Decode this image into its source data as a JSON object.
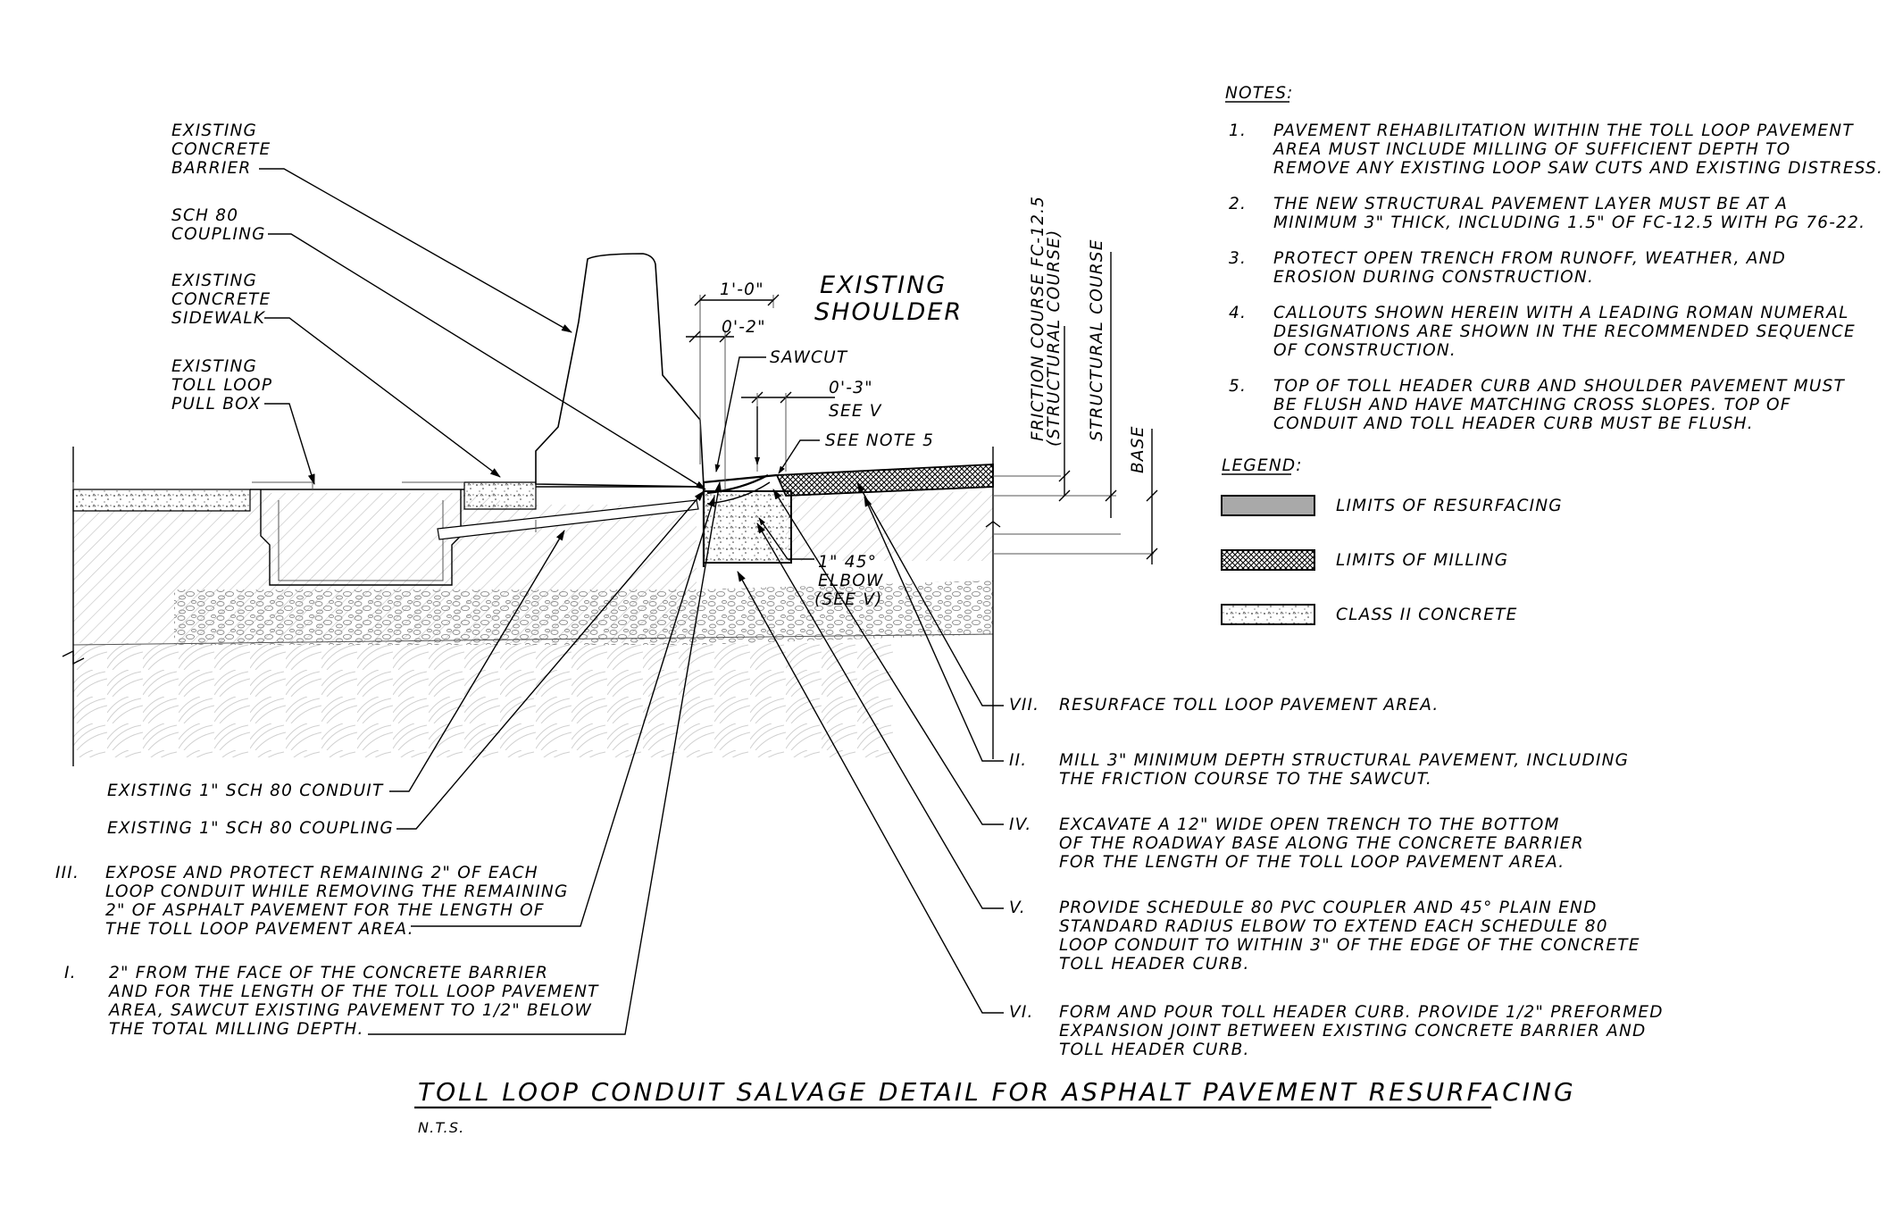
{
  "drawing_title": "TOLL LOOP CONDUIT SALVAGE DETAIL FOR ASPHALT PAVEMENT RESURFACING",
  "scale_note": "N.T.S.",
  "left_callouts": {
    "barrier": [
      "EXISTING",
      "CONCRETE",
      "BARRIER"
    ],
    "coupling_top": [
      "SCH 80",
      "COUPLING"
    ],
    "sidewalk": [
      "EXISTING",
      "CONCRETE",
      "SIDEWALK"
    ],
    "pullbox": [
      "EXISTING",
      "TOLL LOOP",
      "PULL BOX"
    ]
  },
  "section_labels": {
    "shoulder": [
      "EXISTING",
      "SHOULDER"
    ],
    "dim_1_0": "1'-0\"",
    "dim_0_2": "0'-2\"",
    "sawcut": "SAWCUT",
    "dim_0_3": "0'-3\"",
    "see_v": "SEE V",
    "see_note_5": "SEE NOTE 5",
    "elbow": [
      "1\" 45°",
      "ELBOW",
      "(SEE V)"
    ],
    "friction_course": [
      "FRICTION COURSE FC-12.5",
      "(STRUCTURAL COURSE)"
    ],
    "structural_course": "STRUCTURAL COURSE",
    "base": "BASE"
  },
  "bottom_left_callouts": {
    "conduit": "EXISTING 1\" SCH 80 CONDUIT",
    "coupling": "EXISTING 1\" SCH 80 COUPLING"
  },
  "steps_left": [
    {
      "num": "III.",
      "lines": [
        "EXPOSE AND PROTECT REMAINING 2\" OF EACH",
        "LOOP CONDUIT WHILE REMOVING THE REMAINING",
        "2\" OF ASPHALT PAVEMENT FOR THE LENGTH OF",
        "THE TOLL LOOP PAVEMENT AREA."
      ]
    },
    {
      "num": "I.",
      "lines": [
        "2\" FROM THE FACE OF THE CONCRETE BARRIER",
        "AND FOR THE LENGTH OF THE TOLL LOOP PAVEMENT",
        "AREA, SAWCUT EXISTING PAVEMENT TO 1/2\" BELOW",
        "THE TOTAL MILLING DEPTH."
      ]
    }
  ],
  "steps_right": [
    {
      "num": "VII.",
      "lines": [
        "RESURFACE TOLL LOOP PAVEMENT AREA."
      ]
    },
    {
      "num": "II.",
      "lines": [
        "MILL 3\" MINIMUM DEPTH STRUCTURAL PAVEMENT, INCLUDING",
        "THE FRICTION COURSE TO THE SAWCUT."
      ]
    },
    {
      "num": "IV.",
      "lines": [
        "EXCAVATE A 12\" WIDE OPEN TRENCH TO THE BOTTOM",
        "OF THE ROADWAY BASE ALONG THE CONCRETE BARRIER",
        "FOR THE LENGTH OF THE TOLL LOOP PAVEMENT AREA."
      ]
    },
    {
      "num": "V.",
      "lines": [
        "PROVIDE SCHEDULE 80 PVC COUPLER AND 45° PLAIN END",
        "STANDARD RADIUS ELBOW TO EXTEND EACH SCHEDULE 80",
        "LOOP CONDUIT TO WITHIN 3\" OF THE EDGE OF THE CONCRETE",
        "TOLL HEADER CURB."
      ]
    },
    {
      "num": "VI.",
      "lines": [
        "FORM AND POUR TOLL HEADER CURB.  PROVIDE 1/2\" PREFORMED",
        "EXPANSION JOINT BETWEEN EXISTING CONCRETE BARRIER AND",
        "TOLL HEADER CURB."
      ]
    }
  ],
  "notes": {
    "heading": "NOTES:",
    "items": [
      {
        "num": "1.",
        "lines": [
          "PAVEMENT REHABILITATION WITHIN THE TOLL LOOP PAVEMENT",
          "AREA MUST INCLUDE MILLING OF SUFFICIENT DEPTH TO",
          "REMOVE ANY EXISTING LOOP SAW CUTS AND EXISTING DISTRESS."
        ]
      },
      {
        "num": "2.",
        "lines": [
          "THE NEW STRUCTURAL PAVEMENT LAYER MUST BE AT A",
          "MINIMUM 3\" THICK, INCLUDING 1.5\" OF FC-12.5 WITH PG 76-22."
        ]
      },
      {
        "num": "3.",
        "lines": [
          "PROTECT OPEN TRENCH FROM RUNOFF, WEATHER, AND",
          "EROSION DURING CONSTRUCTION."
        ]
      },
      {
        "num": "4.",
        "lines": [
          "CALLOUTS SHOWN HEREIN WITH A LEADING ROMAN NUMERAL",
          "DESIGNATIONS ARE SHOWN IN THE RECOMMENDED SEQUENCE",
          "OF CONSTRUCTION."
        ]
      },
      {
        "num": "5.",
        "lines": [
          "TOP OF TOLL HEADER CURB AND SHOULDER PAVEMENT MUST",
          "BE FLUSH AND HAVE MATCHING CROSS SLOPES.  TOP OF",
          "CONDUIT AND TOLL HEADER CURB MUST BE FLUSH."
        ]
      }
    ]
  },
  "legend": {
    "heading": "LEGEND:",
    "items": [
      {
        "label": "LIMITS OF RESURFACING",
        "swatch": "resurfacing"
      },
      {
        "label": "LIMITS OF MILLING",
        "swatch": "milling"
      },
      {
        "label": "CLASS II CONCRETE",
        "swatch": "concrete"
      }
    ]
  },
  "colors": {
    "ink": "#000000",
    "resurfacing": "#a9a9a9",
    "hatch": "#bdbdbd"
  }
}
